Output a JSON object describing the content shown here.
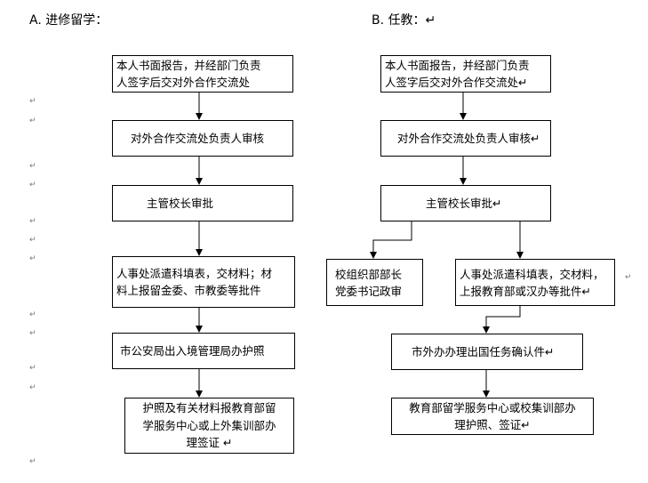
{
  "headings": {
    "a": "A.  进修留学：",
    "b": "B.  任教：↵"
  },
  "paragraph_mark": "↵",
  "flow_a": {
    "box1": [
      "本人书面报告，并经部门负责",
      "人签字后交对外合作交流处"
    ],
    "box2": "对外合作交流处负责人审核",
    "box3": "主管校长审批",
    "box4": [
      "人事处派遣科填表，交材料；材",
      "料上报留金委、市教委等批件"
    ],
    "box5": "市公安局出入境管理局办护照",
    "box6": [
      "护照及有关材料报教育部留",
      "学服务中心或上外集训部办",
      "理签证  ↵"
    ]
  },
  "flow_b": {
    "box1": [
      "本人书面报告，并经部门负责",
      "人签字后交对外合作交流处↵"
    ],
    "box2": "对外合作交流处负责人审核↵",
    "box3": "主管校长审批↵",
    "box4a": [
      "校组织部部长",
      "党委书记政审"
    ],
    "box4b": [
      "人事处派遣科填表，交材料，",
      "上报教育部或汉办等批件↵"
    ],
    "box5": "市外办办理出国任务确认件↵",
    "box6": [
      "教育部留学服务中心或校集训部办",
      "理护照、签证↵"
    ]
  }
}
